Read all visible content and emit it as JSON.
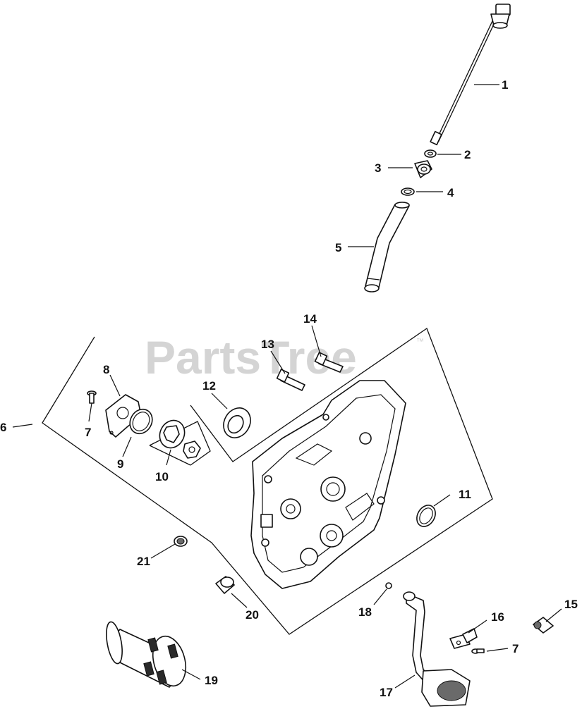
{
  "diagram": {
    "watermark": "PartsTree",
    "watermark_tm": "™",
    "callouts": {
      "p1": "1",
      "p2": "2",
      "p3": "3",
      "p4": "4",
      "p5": "5",
      "p6": "6",
      "p7a": "7",
      "p7b": "7",
      "p8": "8",
      "p9": "9",
      "p10": "10",
      "p11": "11",
      "p12": "12",
      "p13": "13",
      "p14": "14",
      "p15": "15",
      "p16": "16",
      "p17": "17",
      "p18": "18",
      "p19": "19",
      "p20": "20",
      "p21": "21"
    }
  }
}
